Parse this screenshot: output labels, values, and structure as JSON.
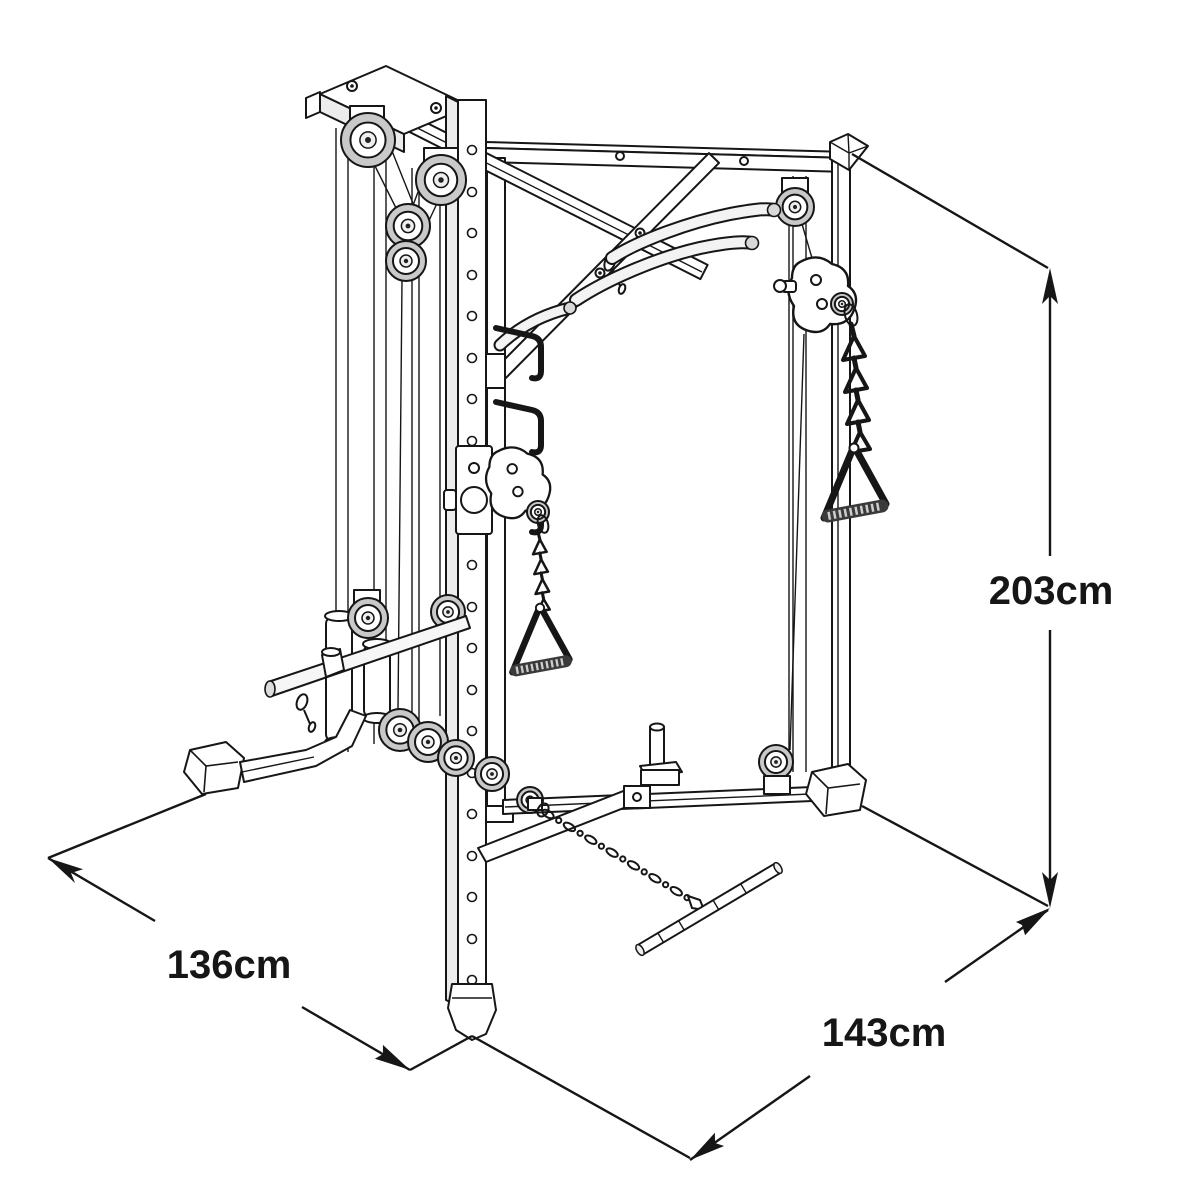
{
  "diagram": {
    "dimension_labels": {
      "height": "203cm",
      "depth_left": "136cm",
      "width_right": "143cm"
    },
    "colors": {
      "background": "#ffffff",
      "line": "#161616",
      "pulley_shade": "#c9c9c9",
      "tube_highlight": "#f3f3f3",
      "grip_dark": "#3a3a3a"
    }
  }
}
